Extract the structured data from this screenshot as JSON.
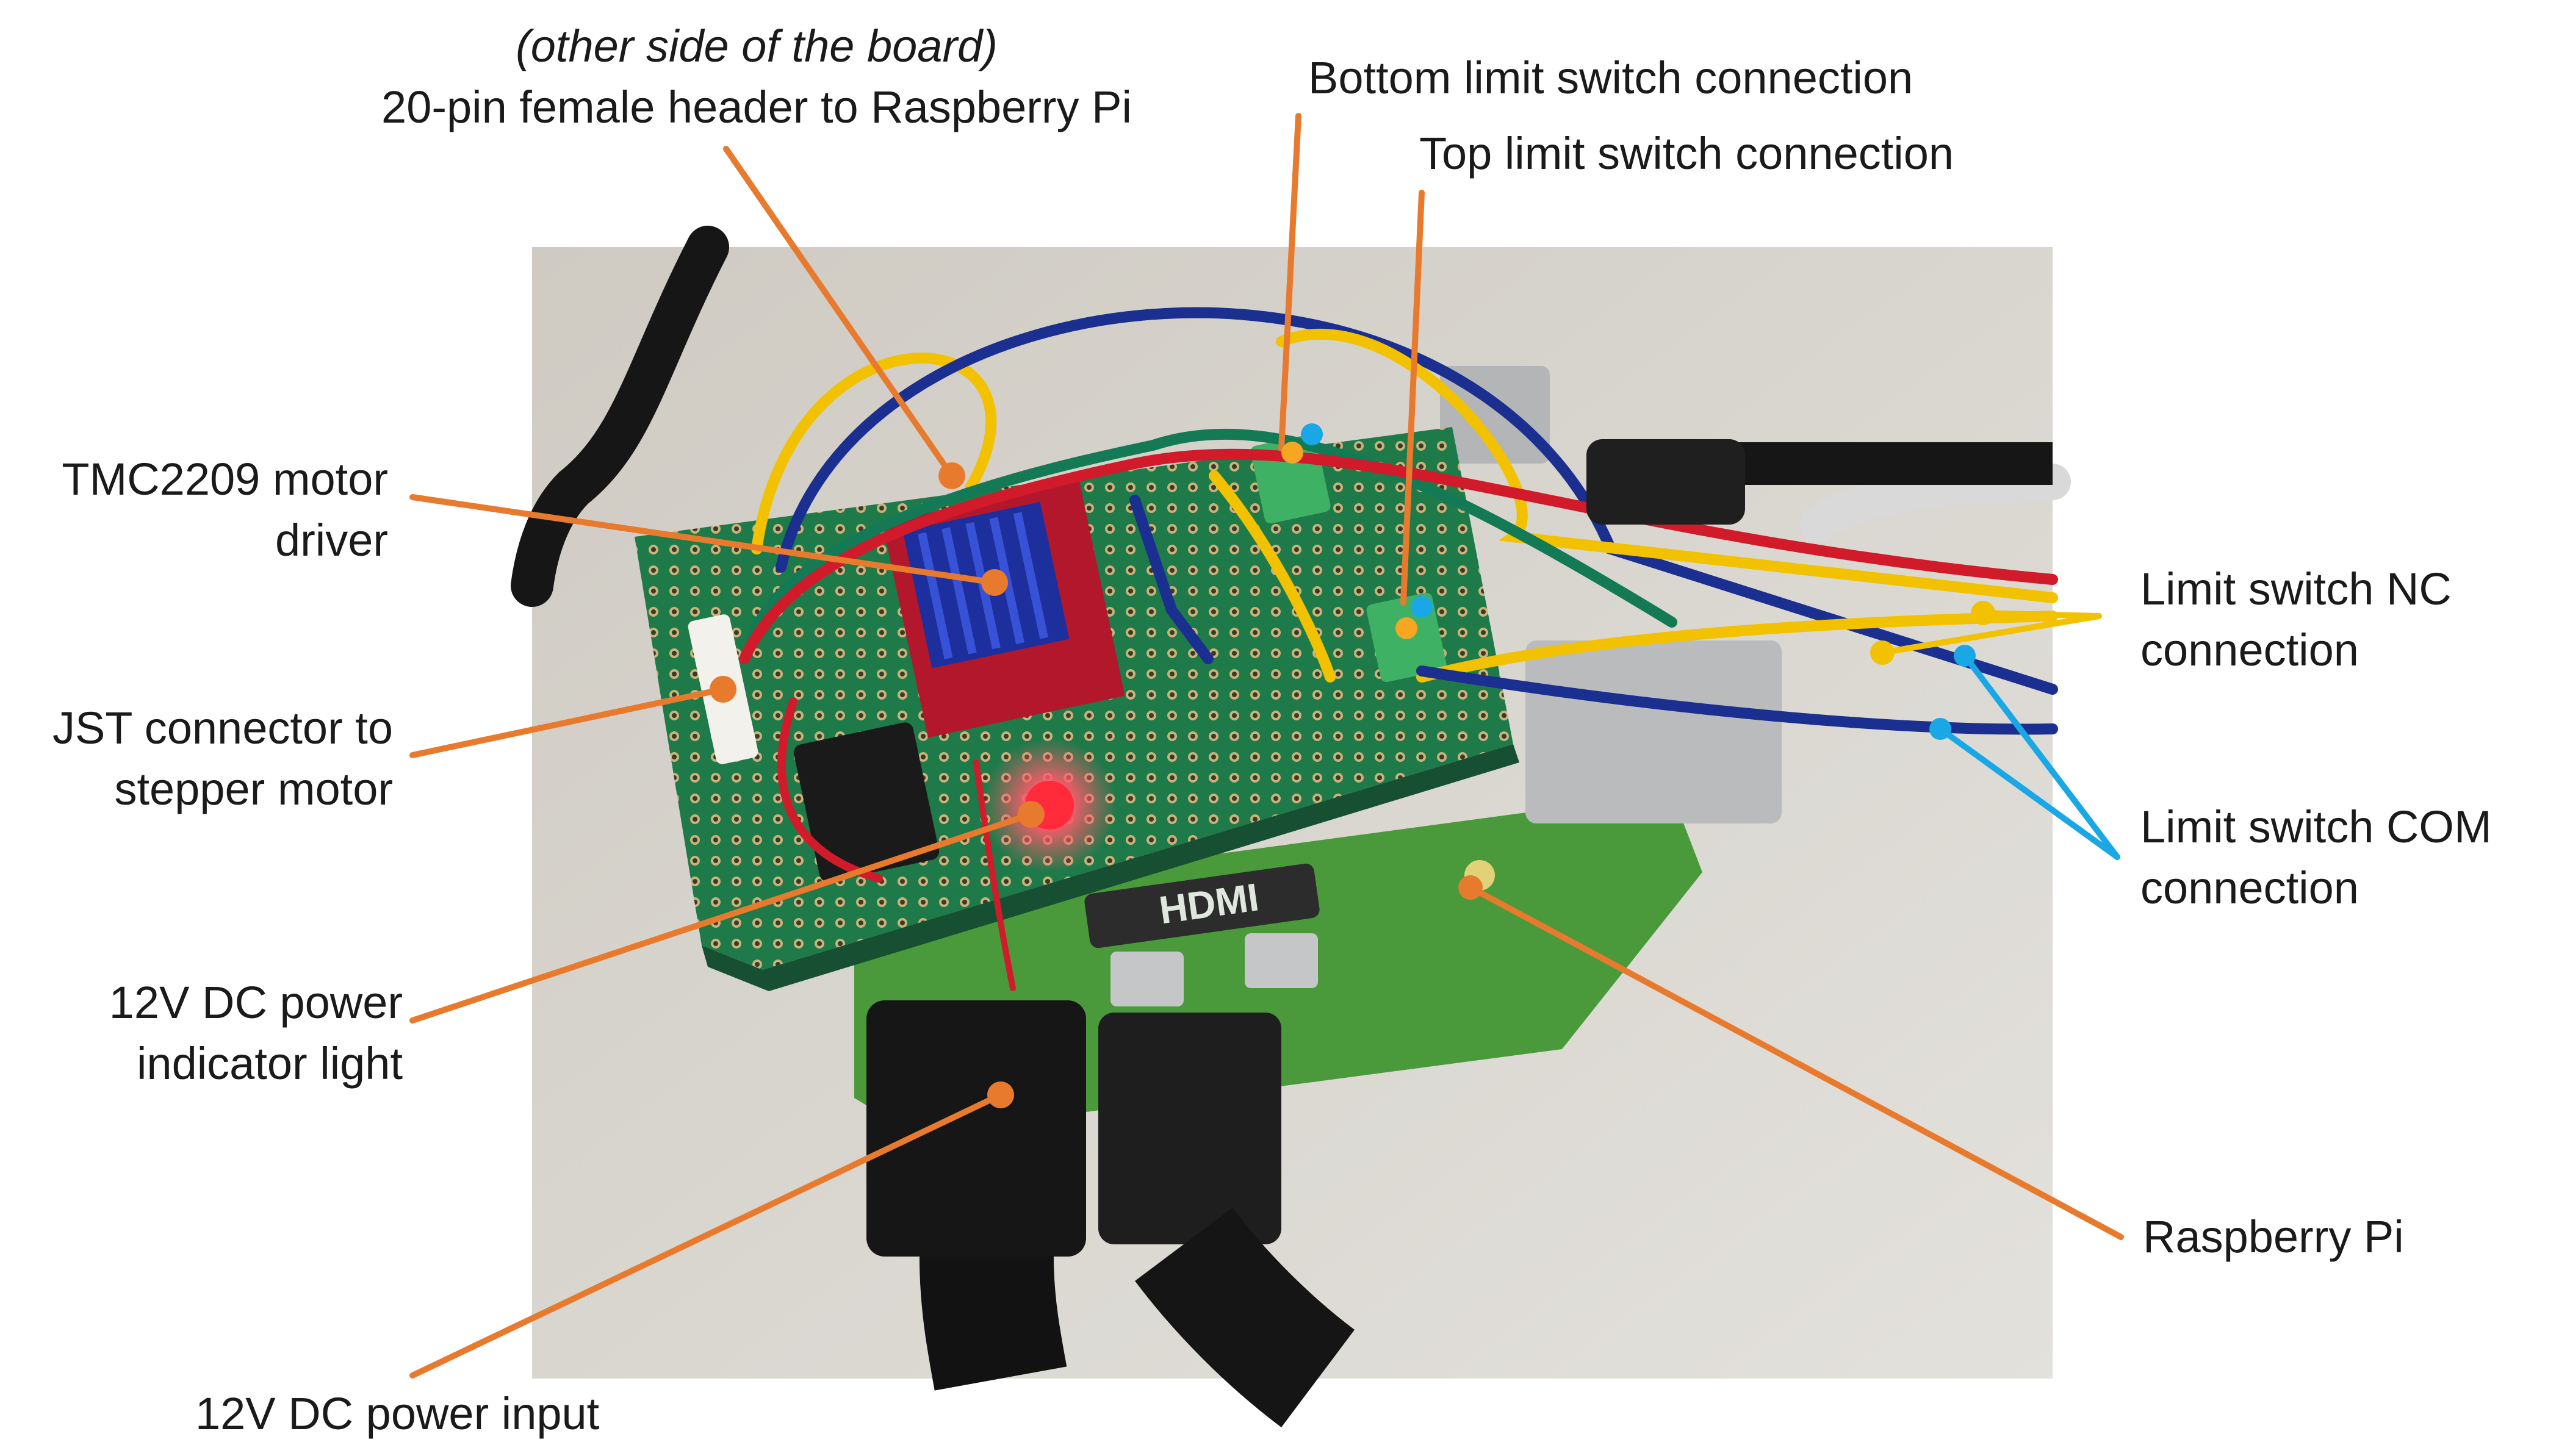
{
  "labels": {
    "header_note": "(other side of the board)",
    "header": "20-pin female header to Raspberry Pi",
    "bottom_limit": "Bottom limit switch connection",
    "top_limit": "Top limit switch connection",
    "motor_driver_line1": "TMC2209 motor",
    "motor_driver_line2": "driver",
    "jst_line1": "JST connector to",
    "jst_line2": "stepper motor",
    "power_light_line1": "12V DC power",
    "power_light_line2": "indicator light",
    "power_input": "12V DC power input",
    "nc_line1": "Limit switch NC",
    "nc_line2": "connection",
    "com_line1": "Limit switch COM",
    "com_line2": "connection",
    "raspberry_pi": "Raspberry Pi"
  },
  "board_print": {
    "hdmi": "HDMI"
  },
  "colors": {
    "callout_orange": "#e87a2e",
    "callout_blue": "#1aa7e6",
    "dot_orange": "#f5a623",
    "dot_blue": "#1aa7e6",
    "pcb_green": "#1f7a4a",
    "pi_green": "#4a9a3c",
    "wire_yellow": "#f2c200",
    "wire_blue": "#1a2f8f",
    "wire_red": "#d11a2a",
    "wire_green": "#137a55",
    "background_photo": "#d9d6cf"
  }
}
